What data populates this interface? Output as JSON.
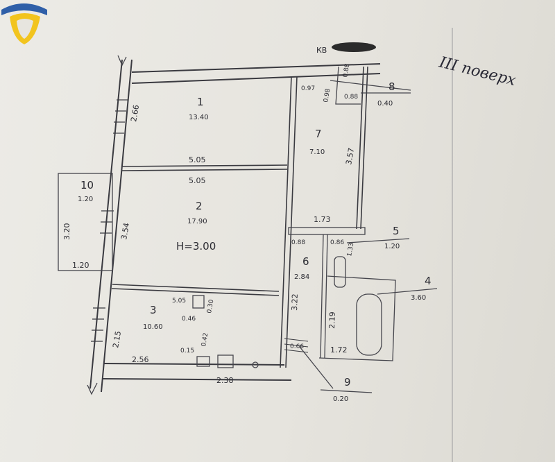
{
  "floor_note": "III поверх",
  "apartment_label": "КВ",
  "ceiling_height": "H=3.00",
  "rooms": [
    {
      "id": "1",
      "area": "13.40"
    },
    {
      "id": "2",
      "area": "17.90"
    },
    {
      "id": "3",
      "area": "10.60"
    },
    {
      "id": "4",
      "area": "3.60"
    },
    {
      "id": "5",
      "area": "1.20"
    },
    {
      "id": "6",
      "area": "2.84"
    },
    {
      "id": "7",
      "area": "7.10"
    },
    {
      "id": "8",
      "area": "0.40"
    },
    {
      "id": "9",
      "area": "0.20"
    },
    {
      "id": "10",
      "area": "1.20"
    }
  ],
  "dimensions": {
    "d_266": "2.66",
    "d_505_top": "5.05",
    "d_505_bot": "5.05",
    "d_354": "3.54",
    "d_320": "3.20",
    "d_120": "1.20",
    "d_505_k": "5.05",
    "d_046": "0.46",
    "d_030": "0.30",
    "d_215": "2.15",
    "d_256": "2.56",
    "d_238": "2.38",
    "d_015": "0.15",
    "d_042": "0.42",
    "d_097": "0.97",
    "d_098": "0.98",
    "d_088_top": "0.88",
    "d_088_mid": "0.88",
    "d_357": "3.57",
    "d_173": "1.73",
    "d_088_l": "0.88",
    "d_086": "0.86",
    "d_133": "1.33",
    "d_322": "3.22",
    "d_219": "2.19",
    "d_172": "1.72",
    "d_066": "0.66"
  },
  "colors": {
    "logo_blue": "#2f5fa8",
    "logo_yellow": "#f2c41e",
    "ink": "#2c2c33"
  }
}
